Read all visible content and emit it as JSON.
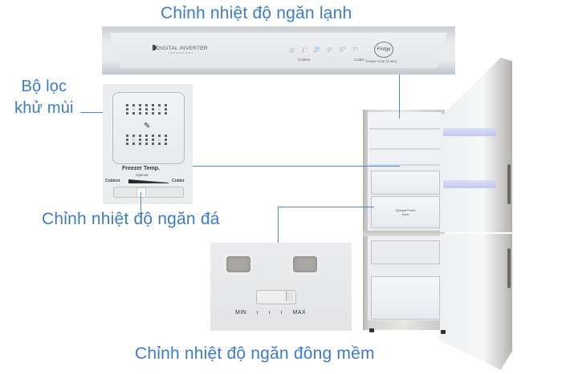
{
  "labels": {
    "fridge_temp_control": "Chỉnh nhiệt độ ngăn lạnh",
    "deodorizer_filter_line1": "Bộ lọc",
    "deodorizer_filter_line2": "khử mùi",
    "freezer_temp_control": "Chỉnh nhiệt độ ngăn đá",
    "optimal_fresh_control": "Chỉnh nhiệt độ ngăn đông mềm"
  },
  "control_panel": {
    "brand": "DIGITAL INVERTER",
    "brand_sub": "TECHNOLOGY",
    "temps": [
      "1°",
      "2°",
      "3°",
      "5°",
      "7°"
    ],
    "active_index": 1,
    "coldest": "Coldest",
    "colder": "Colder",
    "fridge_button": "Fridge",
    "power_cool": "Power Cool (3 sec)"
  },
  "freezer_panel": {
    "title": "Freezer Temp.",
    "optimal": "Optimal",
    "coldest": "Coldest",
    "colder": "Colder"
  },
  "fresh_panel": {
    "min": "MIN",
    "max": "MAX",
    "ticks": [
      "ı",
      "ı",
      "ı"
    ]
  },
  "fridge": {
    "drawer_label_line1": "Optimal Fresh",
    "drawer_label_line2": "Zone"
  },
  "colors": {
    "label_blue": "#3d7cc9",
    "connector_blue": "#4f8ad0"
  }
}
